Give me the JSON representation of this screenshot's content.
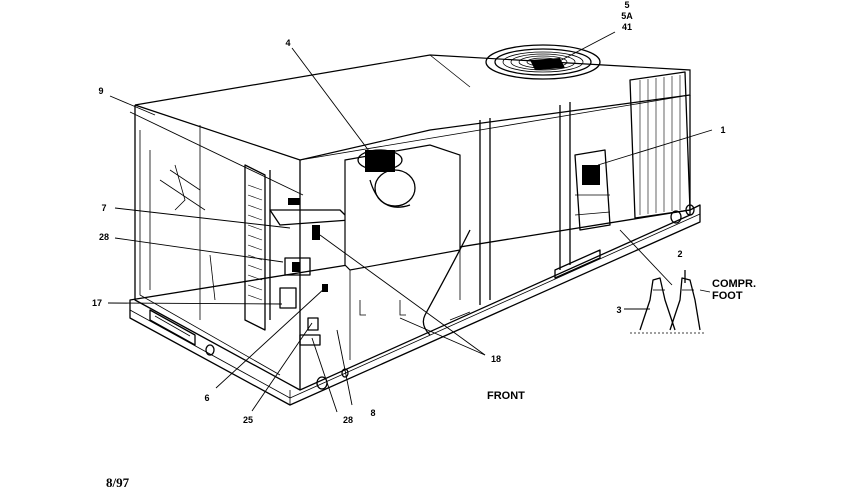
{
  "callouts": {
    "c5": "5",
    "c5a": "5A",
    "c41": "41",
    "c4": "4",
    "c9": "9",
    "c1": "1",
    "c7": "7",
    "c28a": "28",
    "c17": "17",
    "c6": "6",
    "c25": "25",
    "c28b": "28",
    "c8": "8",
    "c18": "18",
    "c2": "2",
    "c3": "3"
  },
  "labels": {
    "compr_line1": "COMPR.",
    "compr_line2": "FOOT",
    "front": "FRONT",
    "date": "8/97"
  }
}
